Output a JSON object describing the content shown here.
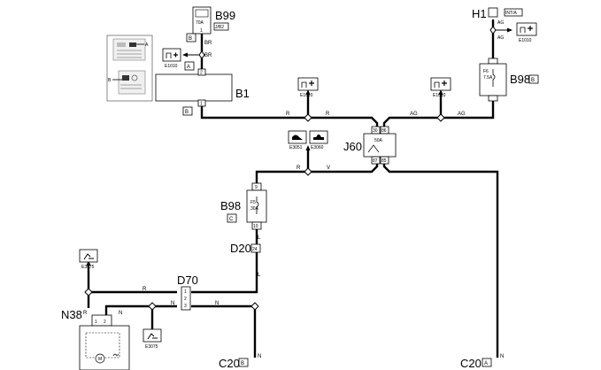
{
  "components": {
    "b99": {
      "code": "B99",
      "rating": "70A",
      "fuse_ref": "J/B2",
      "loc": "B"
    },
    "h1": {
      "code": "H1",
      "tag": "INT/A"
    },
    "b1": {
      "code": "B1",
      "loc": "B"
    },
    "b98_top": {
      "code": "B98",
      "fuse": "F6",
      "rating": "7.5A",
      "loc": "B"
    },
    "j60": {
      "code": "J60",
      "rating": "50A"
    },
    "b98_mid": {
      "code": "B98",
      "fuse": "F5",
      "rating": "30A",
      "loc": "C"
    },
    "d20": {
      "code": "D20"
    },
    "d70": {
      "code": "D70"
    },
    "n38": {
      "code": "N38"
    },
    "c20_left": {
      "code": "C20",
      "loc": "B"
    },
    "c20_right": {
      "code": "C20",
      "loc": "A"
    }
  },
  "ground_refs": {
    "b99": "E1010",
    "b1": "E1010",
    "h1": "E1010",
    "relay_ag": "E1010",
    "relay_a": "E3051",
    "relay_b": "E3060",
    "d70": "E3075",
    "n38": "E3075"
  },
  "locations": {
    "b99_ground": "A"
  },
  "pins": {
    "b99": "1",
    "b1_top": "2",
    "b1_bottom": "1",
    "j60_30": "30",
    "j60_86": "86",
    "j60_87": "87",
    "j60_85": "85",
    "b98_in": "9",
    "b98_out": "10",
    "d20": "24",
    "d70_1": "1",
    "d70_2": "2",
    "d70_3": "3",
    "n38_1": "1",
    "n38_2": "2"
  },
  "wires": {
    "br": "BR",
    "ag": "AG",
    "r": "R",
    "v": "V",
    "l": "L",
    "n": "N"
  },
  "detail": {
    "a": "A",
    "b": "B"
  }
}
